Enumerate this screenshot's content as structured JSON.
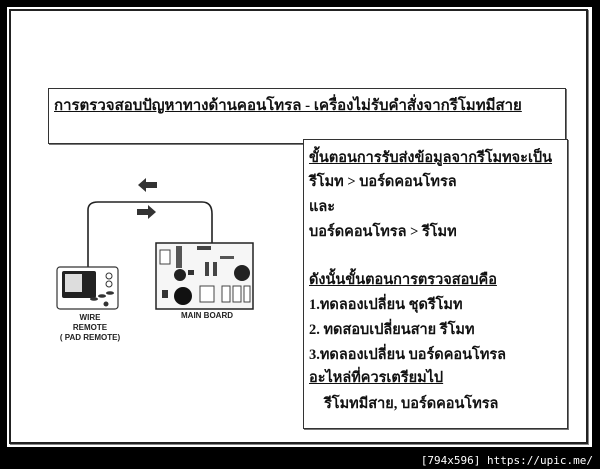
{
  "title": "การตรวจสอบปัญหาทางด้านคอนโทรล - เครื่องไม่รับคำสั่งจากรีโมทมีสาย",
  "info": {
    "heading1": "ขั้นตอนการรับส่งข้อมูลจากรีโมทจะเป็น",
    "flow1": "รีโมท > บอร์ดคอนโทรล",
    "and": "และ",
    "flow2": "บอร์ดคอนโทรล >  รีโมท",
    "heading2": "ดังนั้นขั้นตอนการตรวจสอบคือ",
    "steps": [
      "1.ทดลองเปลี่ยน ชุดรีโมท",
      "2. ทดสอบเปลี่ยนสาย รีโมท",
      "3.ทดลองเปลี่ยน บอร์ดคอนโทรล"
    ],
    "heading3": "อะไหล่ที่ควรเตรียมไป",
    "parts": "รีโมทมีสาย, บอร์ดคอนโทรล"
  },
  "diagram": {
    "remote_label": [
      "WIRE",
      "REMOTE",
      "( PAD REMOTE)"
    ],
    "board_label": "MAIN BOARD",
    "arrow_left": "data-from-board",
    "arrow_right": "data-to-board"
  },
  "watermark": "[794x596] https://upic.me/"
}
